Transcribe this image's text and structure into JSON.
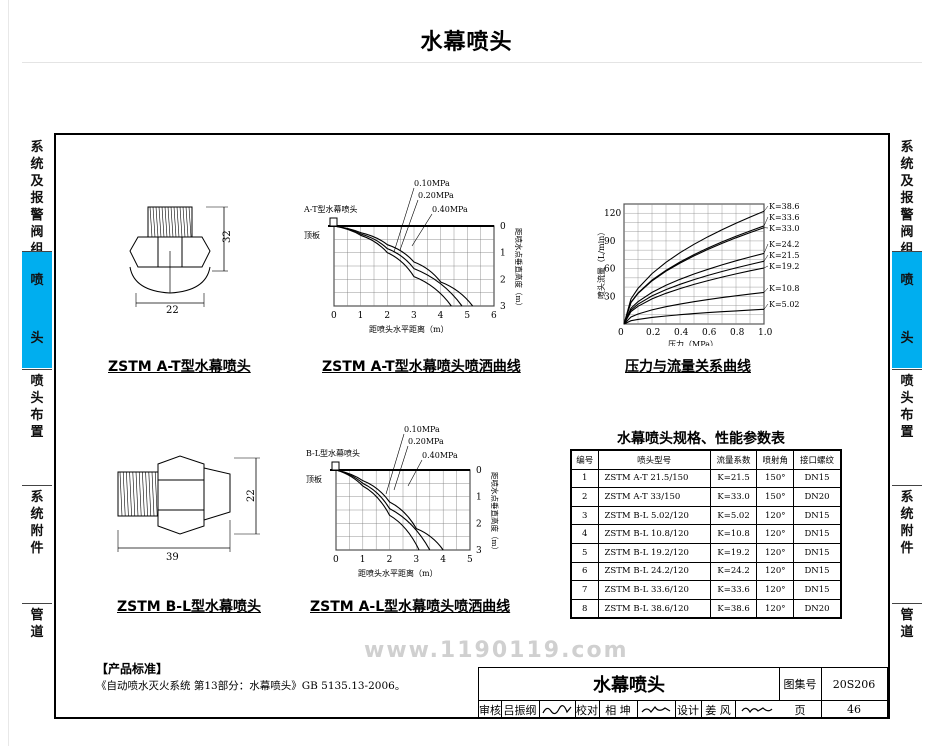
{
  "page": {
    "title": "水幕喷头"
  },
  "side_tabs_left": [
    {
      "label": "系统及报警阀组",
      "active": false
    },
    {
      "label": "喷头",
      "active": true
    },
    {
      "label": "喷头布置",
      "active": false
    },
    {
      "label": "系统附件",
      "active": false
    },
    {
      "label": "管道",
      "active": false
    }
  ],
  "side_tabs_right": [
    {
      "label": "系统及报警阀组",
      "active": false
    },
    {
      "label": "喷头",
      "active": true
    },
    {
      "label": "喷头布置",
      "active": false
    },
    {
      "label": "系统附件",
      "active": false
    },
    {
      "label": "管道",
      "active": false
    }
  ],
  "drawings": {
    "at_nozzle": {
      "caption": "ZSTM A-T型水幕喷头",
      "dim_height": "32",
      "dim_width": "22"
    },
    "bl_nozzle": {
      "caption": "ZSTM B-L型水幕喷头",
      "dim_height": "22",
      "dim_width": "39"
    }
  },
  "chart_data": [
    {
      "type": "line",
      "title": "ZSTM A-T型水幕喷头喷洒曲线",
      "nozzle_label": "A-T型水幕喷头",
      "top_label": "顶板",
      "xlabel": "距喷头水平距离（m）",
      "ylabel": "距喷水点垂直高度（m）",
      "xlim": [
        0,
        6
      ],
      "ylim": [
        0,
        3
      ],
      "x_ticks": [
        "0",
        "1",
        "2",
        "3",
        "4",
        "5",
        "6"
      ],
      "y_ticks": [
        "0",
        "1",
        "2",
        "3"
      ],
      "series": [
        {
          "name": "0.10MPa",
          "x": [
            0,
            1,
            2,
            3,
            4.4
          ],
          "y": [
            0,
            0.35,
            1.0,
            1.9,
            3
          ]
        },
        {
          "name": "0.20MPa",
          "x": [
            0,
            1,
            2,
            3,
            4.8
          ],
          "y": [
            0,
            0.3,
            0.85,
            1.6,
            3
          ]
        },
        {
          "name": "0.40MPa",
          "x": [
            0,
            1,
            2,
            3,
            4,
            5.2
          ],
          "y": [
            0,
            0.25,
            0.7,
            1.35,
            2.1,
            3
          ]
        }
      ]
    },
    {
      "type": "line",
      "title": "ZSTM A-L型水幕喷头喷洒曲线",
      "nozzle_label": "B-L型水幕喷头",
      "top_label": "顶板",
      "xlabel": "距喷头水平距离（m）",
      "ylabel": "距喷水点垂直高度（m）",
      "xlim": [
        0,
        5
      ],
      "ylim": [
        0,
        3
      ],
      "x_ticks": [
        "0",
        "1",
        "2",
        "3",
        "4",
        "5"
      ],
      "y_ticks": [
        "0",
        "1",
        "2",
        "3"
      ],
      "series": [
        {
          "name": "0.10MPa",
          "x": [
            0,
            1,
            2,
            3.1
          ],
          "y": [
            0,
            0.6,
            1.7,
            3
          ]
        },
        {
          "name": "0.20MPa",
          "x": [
            0,
            1,
            2,
            3.5
          ],
          "y": [
            0,
            0.5,
            1.45,
            3
          ]
        },
        {
          "name": "0.40MPa",
          "x": [
            0,
            1,
            2,
            3,
            4.0
          ],
          "y": [
            0,
            0.4,
            1.2,
            2.2,
            3
          ]
        }
      ]
    },
    {
      "type": "line",
      "title": "压力与流量关系曲线",
      "xlabel": "压力（MPa）",
      "ylabel": "喷头流量（L/min）",
      "xlim": [
        0,
        1.0
      ],
      "ylim": [
        0,
        130
      ],
      "x_ticks": [
        "0",
        "0.2",
        "0.4",
        "0.6",
        "0.8",
        "1.0"
      ],
      "y_ticks": [
        "30",
        "60",
        "90",
        "120"
      ],
      "series": [
        {
          "name": "K=38.6",
          "x": [
            0,
            0.05,
            0.1,
            0.2,
            0.3,
            0.4,
            0.5,
            0.6,
            0.7,
            0.8,
            0.9,
            1.0
          ],
          "k": 38.6
        },
        {
          "name": "K=33.6",
          "x": [
            0,
            0.05,
            0.1,
            0.2,
            0.3,
            0.4,
            0.5,
            0.6,
            0.7,
            0.8,
            0.9,
            1.0
          ],
          "k": 33.6
        },
        {
          "name": "K=33.0",
          "x": [
            0,
            0.05,
            0.1,
            0.2,
            0.3,
            0.4,
            0.5,
            0.6,
            0.7,
            0.8,
            0.9,
            1.0
          ],
          "k": 33.0
        },
        {
          "name": "K=24.2",
          "x": [
            0,
            0.05,
            0.1,
            0.2,
            0.3,
            0.4,
            0.5,
            0.6,
            0.7,
            0.8,
            0.9,
            1.0
          ],
          "k": 24.2
        },
        {
          "name": "K=21.5",
          "x": [
            0,
            0.05,
            0.1,
            0.2,
            0.3,
            0.4,
            0.5,
            0.6,
            0.7,
            0.8,
            0.9,
            1.0
          ],
          "k": 21.5
        },
        {
          "name": "K=19.2",
          "x": [
            0,
            0.05,
            0.1,
            0.2,
            0.3,
            0.4,
            0.5,
            0.6,
            0.7,
            0.8,
            0.9,
            1.0
          ],
          "k": 19.2
        },
        {
          "name": "K=10.8",
          "x": [
            0,
            0.05,
            0.1,
            0.2,
            0.3,
            0.4,
            0.5,
            0.6,
            0.7,
            0.8,
            0.9,
            1.0
          ],
          "k": 10.8
        },
        {
          "name": "K=5.02",
          "x": [
            0,
            0.05,
            0.1,
            0.2,
            0.3,
            0.4,
            0.5,
            0.6,
            0.7,
            0.8,
            0.9,
            1.0
          ],
          "k": 5.02
        }
      ]
    }
  ],
  "spec_table": {
    "title": "水幕喷头规格、性能参数表",
    "headers": [
      "编号",
      "喷头型号",
      "流量系数",
      "喷射角",
      "接口螺纹"
    ],
    "rows": [
      [
        "1",
        "ZSTM A-T 21.5/150",
        "K=21.5",
        "150°",
        "DN15"
      ],
      [
        "2",
        "ZSTM A-T 33/150",
        "K=33.0",
        "150°",
        "DN20"
      ],
      [
        "3",
        "ZSTM B-L 5.02/120",
        "K=5.02",
        "120°",
        "DN15"
      ],
      [
        "4",
        "ZSTM B-L 10.8/120",
        "K=10.8",
        "120°",
        "DN15"
      ],
      [
        "5",
        "ZSTM B-L 19.2/120",
        "K=19.2",
        "120°",
        "DN15"
      ],
      [
        "6",
        "ZSTM B-L 24.2/120",
        "K=24.2",
        "120°",
        "DN15"
      ],
      [
        "7",
        "ZSTM B-L 33.6/120",
        "K=33.6",
        "120°",
        "DN15"
      ],
      [
        "8",
        "ZSTM B-L 38.6/120",
        "K=38.6",
        "120°",
        "DN20"
      ]
    ]
  },
  "standard": {
    "heading": "【产品标准】",
    "text": "《自动喷水灭火系统 第13部分：水幕喷头》GB 5135.13-2006。"
  },
  "watermark": "www.1190119.com",
  "title_block": {
    "drawing_name": "水幕喷头",
    "atlas_label": "图集号",
    "atlas_no": "20S206",
    "review_label": "审核",
    "reviewer": "吕振纲",
    "check_label": "校对",
    "checker": "相 坤",
    "design_label": "设计",
    "designer": "姜 风",
    "page_label": "页",
    "page_no": "46"
  },
  "colors": {
    "active_tab": "#00aeef",
    "line": "#000000"
  }
}
